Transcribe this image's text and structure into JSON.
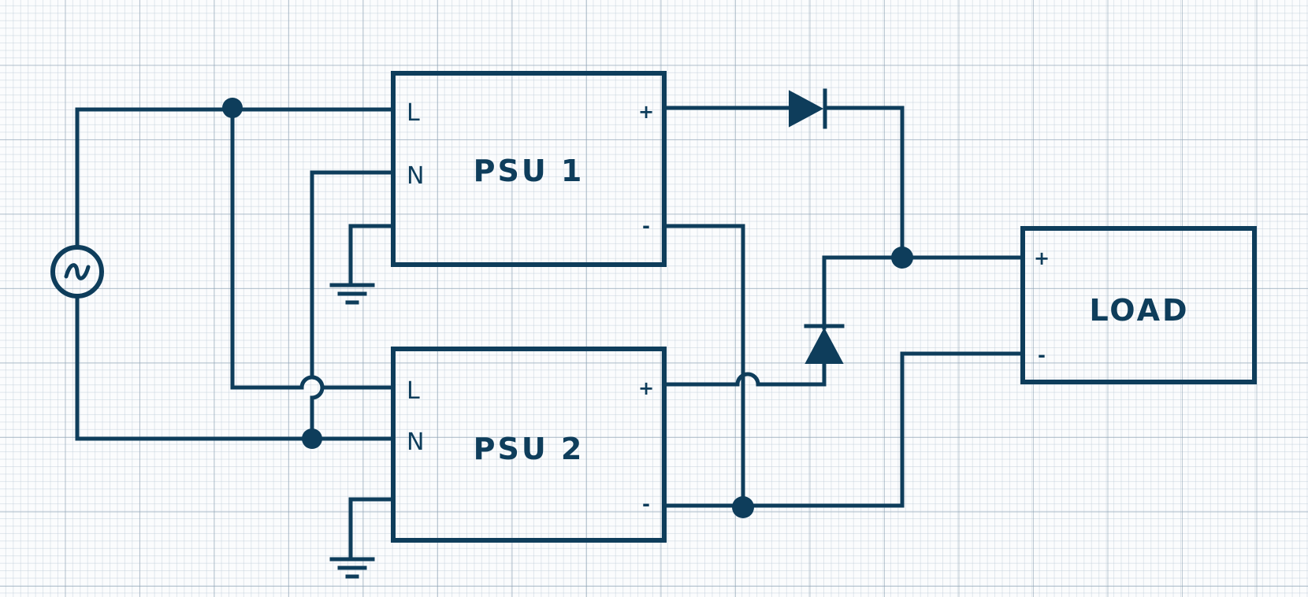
{
  "psu1": {
    "title": "PSU 1",
    "pin_l": "L",
    "pin_n": "N",
    "pin_plus": "+",
    "pin_minus": "-"
  },
  "psu2": {
    "title": "PSU 2",
    "pin_l": "L",
    "pin_n": "N",
    "pin_plus": "+",
    "pin_minus": "-"
  },
  "load": {
    "title": "LOAD",
    "pin_plus": "+",
    "pin_minus": "-"
  },
  "ac_source": {
    "symbol": "∼",
    "icon": "ac-source-icon"
  },
  "icons": [
    "ac-source-icon",
    "ground-icon",
    "diode-icon",
    "junction-dot",
    "wire-crossover"
  ],
  "colors": {
    "ink": "#0e3d5b",
    "background": "#fbfcfd",
    "grid_minor": "#bfcdd8",
    "grid_major": "#8ca0b2"
  }
}
